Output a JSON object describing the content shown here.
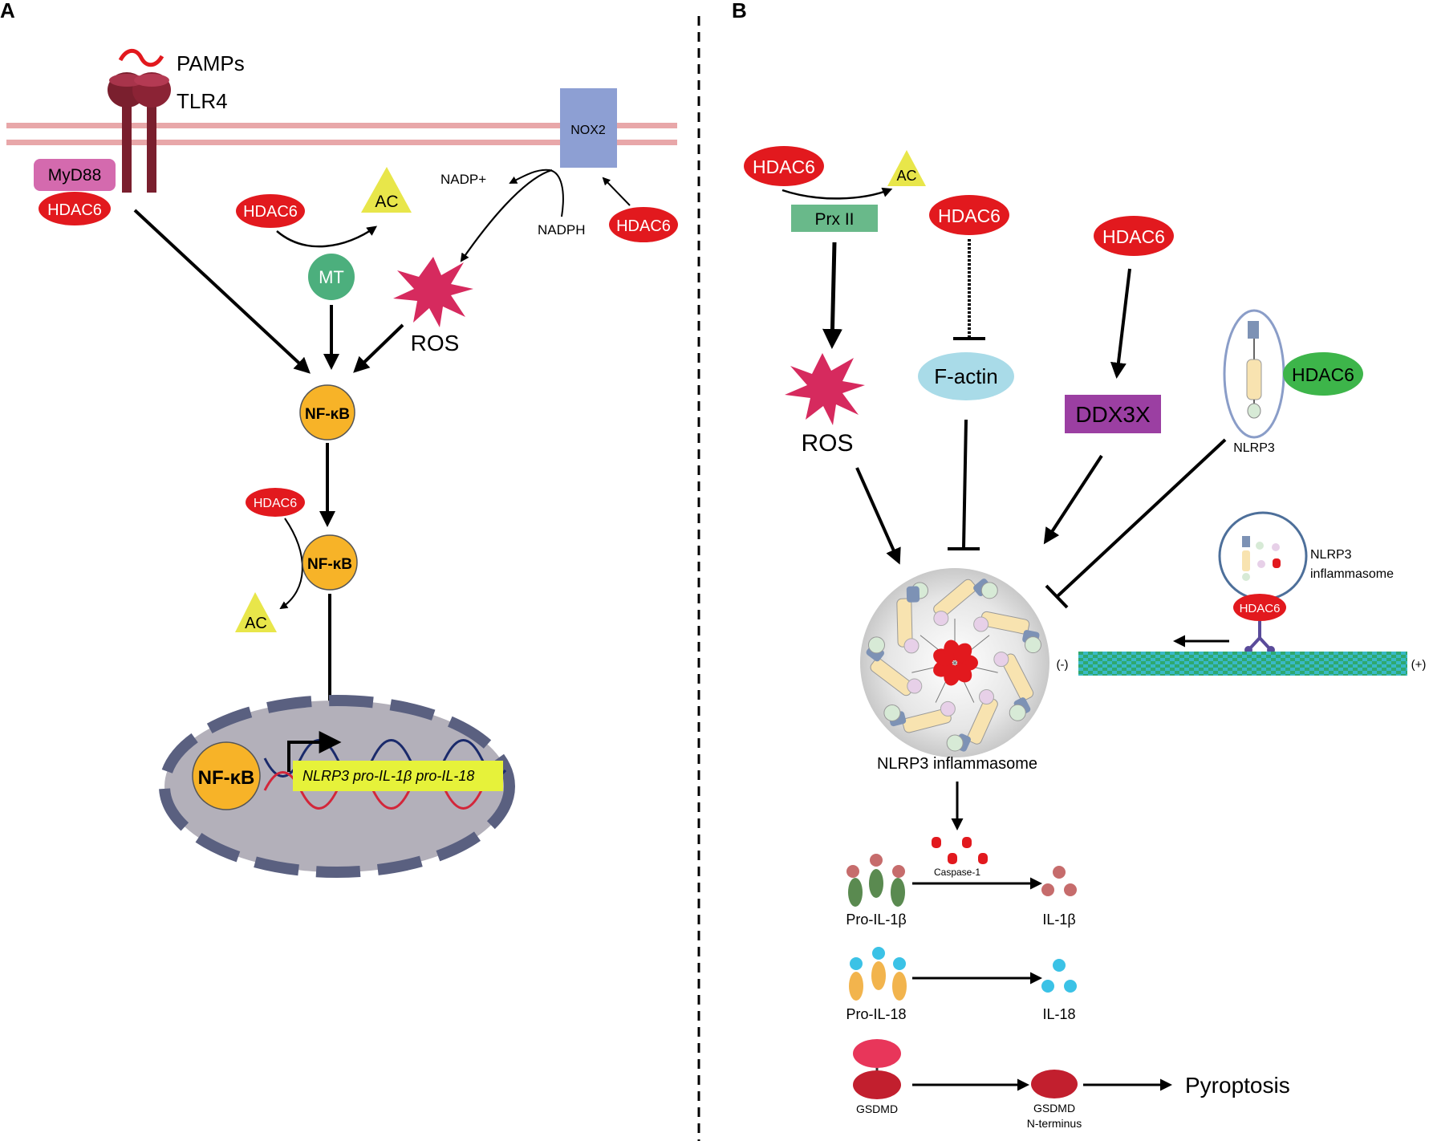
{
  "panels": {
    "a": {
      "letter": "A"
    },
    "b": {
      "letter": "B"
    }
  },
  "panel_a": {
    "pamps": "PAMPs",
    "tlr4": "TLR4",
    "myd88": "MyD88",
    "hdac6": "HDAC6",
    "ac": "AC",
    "mt": "MT",
    "nox2": "NOX2",
    "nadp": "NADP+",
    "nadph": "NADPH",
    "ros": "ROS",
    "nfkb": "NF-κB",
    "genes": "NLRP3 pro-IL-1β pro-IL-18"
  },
  "panel_b": {
    "hdac6": "HDAC6",
    "ac": "AC",
    "prx2": "Prx II",
    "ros": "ROS",
    "factin": "F-actin",
    "ddx3x": "DDX3X",
    "nlrp3": "NLRP3",
    "nlrp3_infl_line1": "NLRP3",
    "nlrp3_infl_line2": "inflammasome",
    "minus": "(-)",
    "plus": "(+)",
    "inflammasome": "NLRP3 inflammasome",
    "caspase1": "Caspase-1",
    "pro_il1b": "Pro-IL-1β",
    "il1b": "IL-1β",
    "pro_il18": "Pro-IL-18",
    "il18": "IL-18",
    "gsdmd": "GSDMD",
    "gsdmd_nt_line1": "GSDMD",
    "gsdmd_nt_line2": "N-terminus",
    "pyroptosis": "Pyroptosis"
  },
  "colors": {
    "hdac6_red": "#e2191e",
    "hdac6_green": "#3db54a",
    "ac_yellow": "#e8e64a",
    "nfkb_orange": "#f7b328",
    "ros_pink": "#d62a5e",
    "mt_green": "#4caf7d",
    "nox2_blue": "#8d9fd3",
    "myd88_pink": "#d46aae",
    "ddx3x_purple": "#9b3fa2",
    "factin_blue": "#a9dbe8",
    "prx_green": "#69b98a",
    "membrane": "#e8a7a9",
    "nucleus": "#b3b0ba",
    "microtubule": "#2aa66b"
  }
}
